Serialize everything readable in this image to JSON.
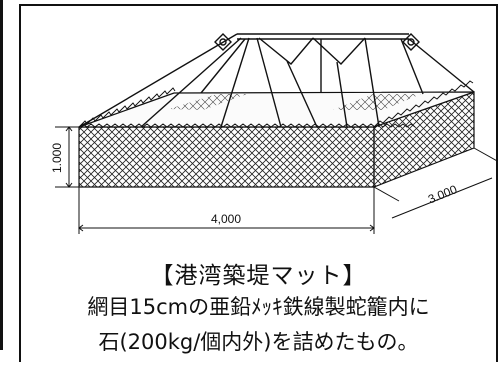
{
  "figure": {
    "title": "【港湾築堤マット】",
    "description_lines": [
      "網目15cmの亜鉛ﾒｯｷ鉄線製蛇籠内に",
      "石(200kg/個内外)を詰めたもの。"
    ],
    "dimensions": {
      "height": "1.000",
      "length": "4,000",
      "width": "3.000"
    },
    "colors": {
      "line": "#111111",
      "mesh": "#222222",
      "background": "#ffffff"
    }
  }
}
